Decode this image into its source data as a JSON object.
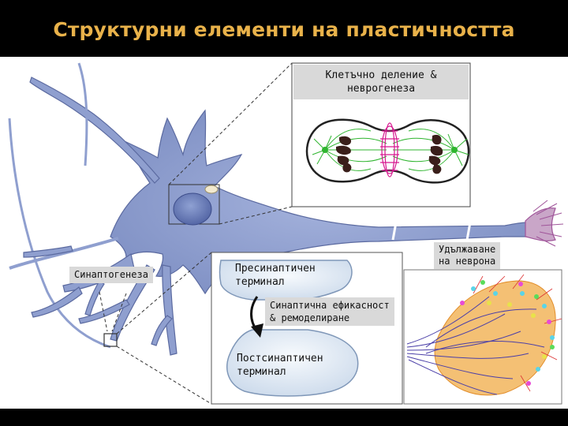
{
  "title": "Структурни елементи на пластичността",
  "labels": {
    "cell_division": "Клетъчно деление &\nневрогенеза",
    "synaptogenesis": "Синаптогенеза",
    "presynaptic": "Пресинаптичен\nтерминал",
    "synaptic_efficacy": "Синаптична ефикасност\n& ремоделиране",
    "postsynaptic": "Постсинаптичен\nтерминал",
    "neuron_extension": "Удължаване\nна неврона"
  },
  "colors": {
    "title_text": "#e9b24a",
    "neuron_fill": "#8f9fcf",
    "neuron_stroke": "#5b6aa0",
    "label_background": "#d9d9d9",
    "terminal_fill": "#dfe8f4",
    "spindle_green": "#2fb52f",
    "chromosome": "#3a1f1a",
    "midzone_magenta": "#d6178f"
  }
}
